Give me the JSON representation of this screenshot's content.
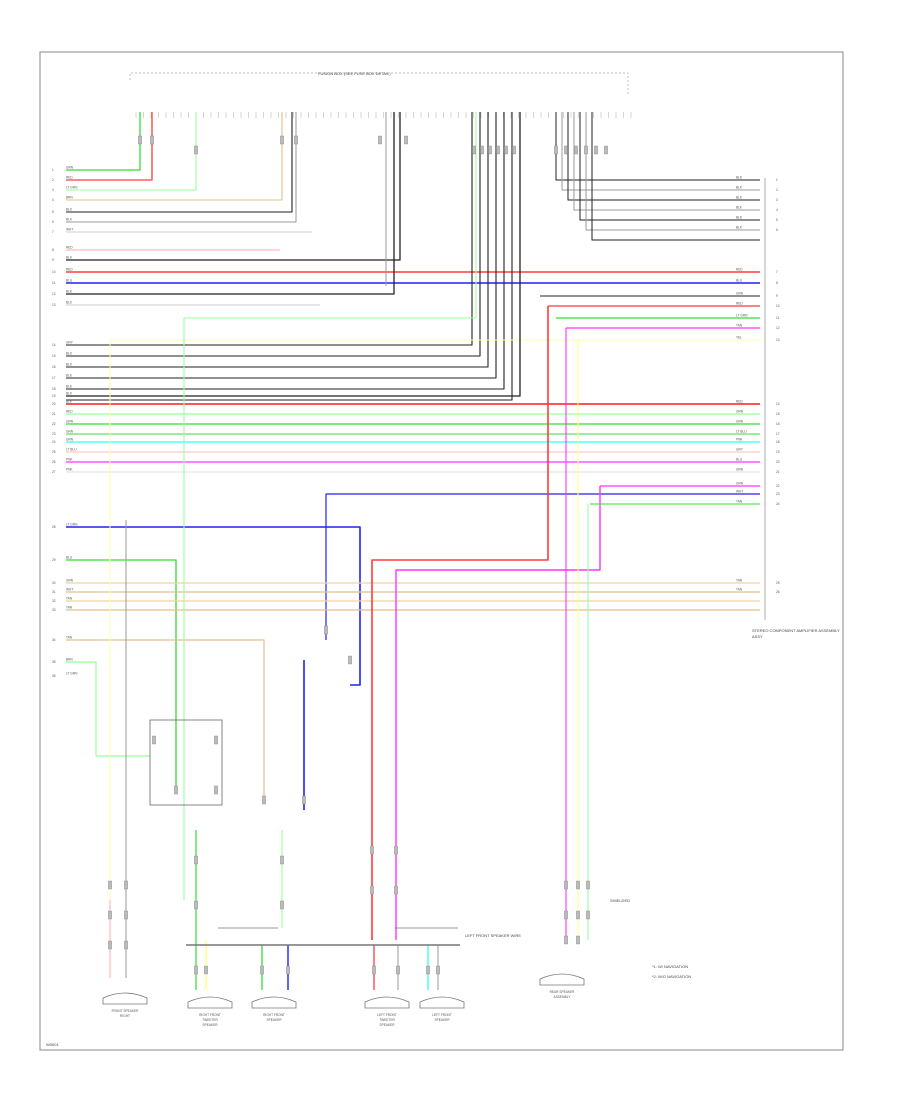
{
  "header_label": "FUSION BOX (SEE FUSE BOX DETAIL)",
  "footer_code": "W0001",
  "colors": {
    "frame": "#777777",
    "red": "#ff3b3b",
    "green": "#33dd33",
    "lightgreen": "#99ff99",
    "blue": "#2222ee",
    "magenta": "#ff33ff",
    "yellow": "#ffff66",
    "tan": "#e0c088",
    "cyan": "#33ffee",
    "black": "#222222",
    "gray": "#999999",
    "lightgray": "#cccccc"
  },
  "right_connector_caption": "STEREO COMPONENT AMPLIFIER ASSEMBLY",
  "left_wire_labels": [
    "GRN",
    "RED",
    "LT GRN",
    "BRN",
    "BLK",
    "BLK",
    "WHT",
    "RED",
    "BLK",
    "RED",
    "BLU",
    "BLK",
    "BLK",
    "GRY",
    "BLK",
    "BLK",
    "BLK",
    "BLK",
    "BLK",
    "BLK",
    "RED",
    "GRN",
    "GRN",
    "GRN",
    "LT BLU",
    "PNK",
    "PNK",
    "LT GRN",
    "BLU",
    "GRN",
    "WHT",
    "TAN",
    "TAN",
    "TAN",
    "BRN",
    "LT GRN"
  ],
  "right_wire_labels": [
    "BLK",
    "BLK",
    "BLK",
    "BLK",
    "BLK",
    "BLK",
    "RED",
    "BLU",
    "GRN",
    "RED",
    "LT GRN",
    "TAN",
    "YEL",
    "RED",
    "GRN",
    "GRN",
    "LT BLU",
    "PNK",
    "GRY",
    "BLU",
    "GRN",
    "GRN",
    "WHT",
    "TAN",
    "TAN",
    "TAN"
  ],
  "components": [
    {
      "id": "front-speaker-right",
      "label": "FRONT SPEAKER RIGHT"
    },
    {
      "id": "right-front-tweeter",
      "label": "RIGHT FRONT TWEETER SPEAKER"
    },
    {
      "id": "right-front-speaker",
      "label": "RIGHT FRONT SPEAKER"
    },
    {
      "id": "left-front-tweeter",
      "label": "LEFT FRONT TWEETER SPEAKER"
    },
    {
      "id": "left-front-speaker",
      "label": "LEFT FRONT SPEAKER"
    },
    {
      "id": "rear-speaker",
      "label": "REAR SPEAKER ASSEMBLY"
    }
  ],
  "splice_label": "LEFT FRONT SPEAKER WIRE",
  "shield_note": "SHIELDED",
  "notes": [
    "*1: W/ NAVIGATION",
    "*2: W/O NAVIGATION"
  ]
}
